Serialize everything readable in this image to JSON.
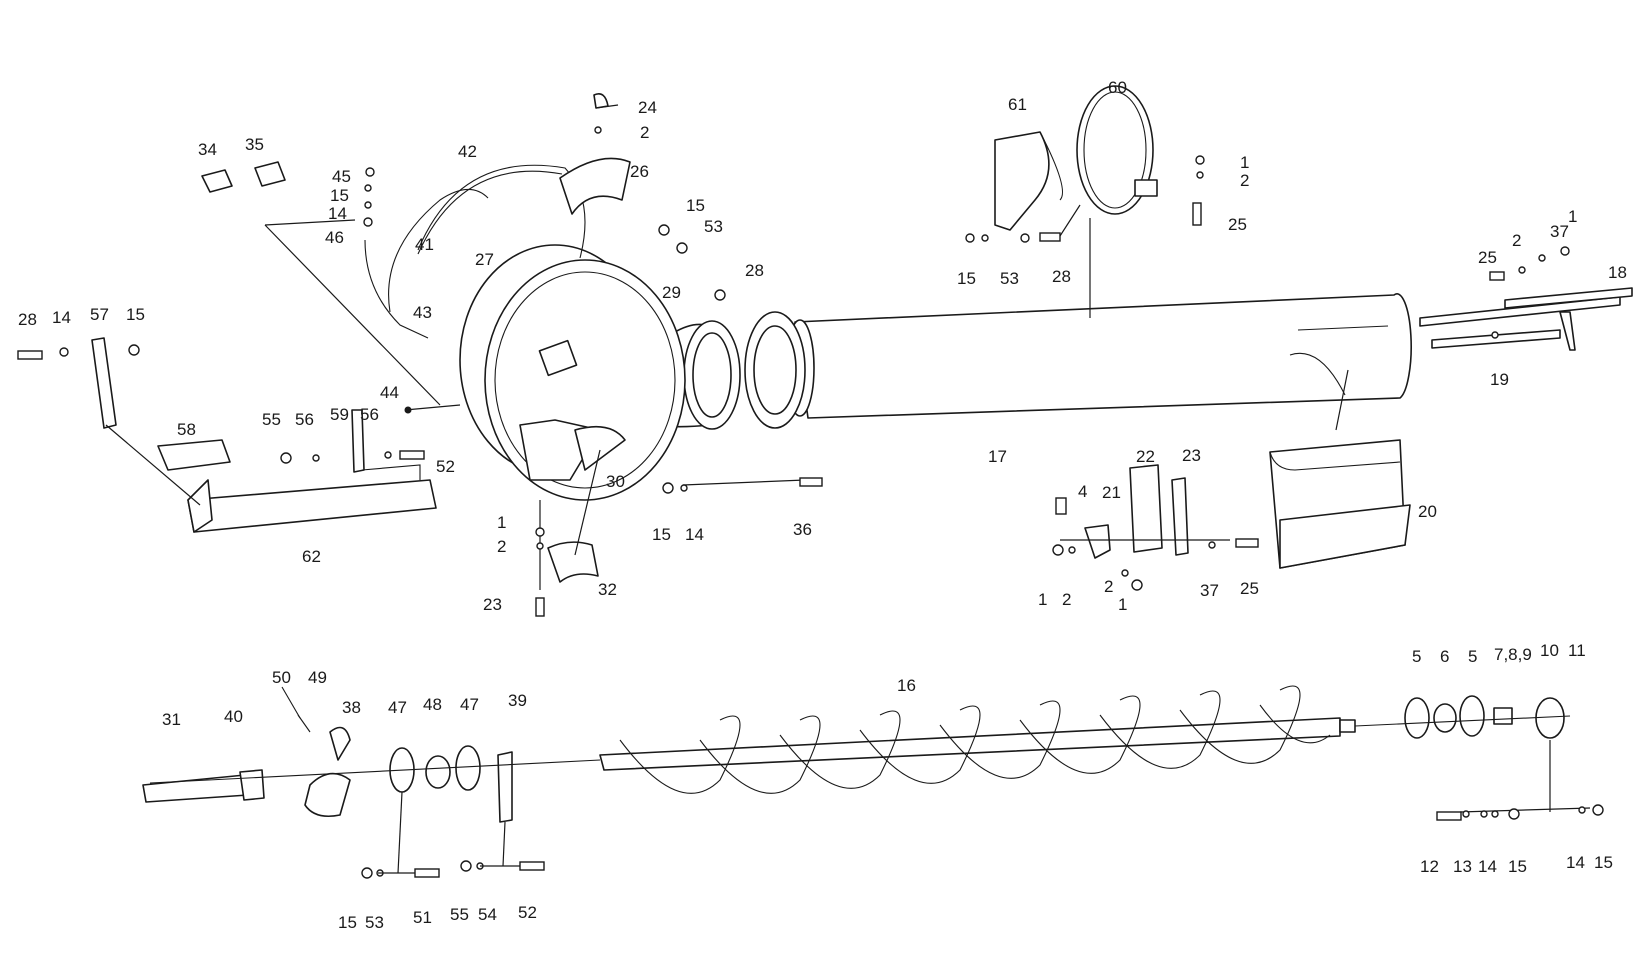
{
  "callouts": [
    {
      "id": "c34",
      "text": "34"
    },
    {
      "id": "c35",
      "text": "35"
    },
    {
      "id": "c45",
      "text": "45"
    },
    {
      "id": "c15a",
      "text": "15"
    },
    {
      "id": "c14a",
      "text": "14"
    },
    {
      "id": "c46",
      "text": "46"
    },
    {
      "id": "c42",
      "text": "42"
    },
    {
      "id": "c41",
      "text": "41"
    },
    {
      "id": "c43",
      "text": "43"
    },
    {
      "id": "c27",
      "text": "27"
    },
    {
      "id": "c24",
      "text": "24"
    },
    {
      "id": "c2a",
      "text": "2"
    },
    {
      "id": "c26",
      "text": "26"
    },
    {
      "id": "c29",
      "text": "29"
    },
    {
      "id": "c15b",
      "text": "15"
    },
    {
      "id": "c53a",
      "text": "53"
    },
    {
      "id": "c28a",
      "text": "28"
    },
    {
      "id": "c61",
      "text": "61"
    },
    {
      "id": "c60",
      "text": "60"
    },
    {
      "id": "c1a",
      "text": "1"
    },
    {
      "id": "c2b",
      "text": "2"
    },
    {
      "id": "c25a",
      "text": "25"
    },
    {
      "id": "c15c",
      "text": "15"
    },
    {
      "id": "c53b",
      "text": "53"
    },
    {
      "id": "c28b",
      "text": "28"
    },
    {
      "id": "c37a",
      "text": "37"
    },
    {
      "id": "c1b",
      "text": "1"
    },
    {
      "id": "c2c",
      "text": "2"
    },
    {
      "id": "c25b",
      "text": "25"
    },
    {
      "id": "c18",
      "text": "18"
    },
    {
      "id": "c19",
      "text": "19"
    },
    {
      "id": "c28c",
      "text": "28"
    },
    {
      "id": "c14b",
      "text": "14"
    },
    {
      "id": "c57",
      "text": "57"
    },
    {
      "id": "c15d",
      "text": "15"
    },
    {
      "id": "c44",
      "text": "44"
    },
    {
      "id": "c58",
      "text": "58"
    },
    {
      "id": "c55a",
      "text": "55"
    },
    {
      "id": "c56a",
      "text": "56"
    },
    {
      "id": "c59",
      "text": "59"
    },
    {
      "id": "c56b",
      "text": "56"
    },
    {
      "id": "c52a",
      "text": "52"
    },
    {
      "id": "c62",
      "text": "62"
    },
    {
      "id": "c30",
      "text": "30"
    },
    {
      "id": "c17",
      "text": "17"
    },
    {
      "id": "c1c",
      "text": "1"
    },
    {
      "id": "c2d",
      "text": "2"
    },
    {
      "id": "c32",
      "text": "32"
    },
    {
      "id": "c23a",
      "text": "23"
    },
    {
      "id": "c15e",
      "text": "15"
    },
    {
      "id": "c14c",
      "text": "14"
    },
    {
      "id": "c36",
      "text": "36"
    },
    {
      "id": "c22",
      "text": "22"
    },
    {
      "id": "c23b",
      "text": "23"
    },
    {
      "id": "c4",
      "text": "4"
    },
    {
      "id": "c21",
      "text": "21"
    },
    {
      "id": "c1d",
      "text": "1"
    },
    {
      "id": "c2e",
      "text": "2"
    },
    {
      "id": "c2f",
      "text": "2"
    },
    {
      "id": "c1e",
      "text": "1"
    },
    {
      "id": "c37b",
      "text": "37"
    },
    {
      "id": "c25c",
      "text": "25"
    },
    {
      "id": "c20",
      "text": "20"
    },
    {
      "id": "c50",
      "text": "50"
    },
    {
      "id": "c49",
      "text": "49"
    },
    {
      "id": "c31",
      "text": "31"
    },
    {
      "id": "c40",
      "text": "40"
    },
    {
      "id": "c38",
      "text": "38"
    },
    {
      "id": "c47a",
      "text": "47"
    },
    {
      "id": "c48",
      "text": "48"
    },
    {
      "id": "c47b",
      "text": "47"
    },
    {
      "id": "c39",
      "text": "39"
    },
    {
      "id": "c16",
      "text": "16"
    },
    {
      "id": "c5a",
      "text": "5"
    },
    {
      "id": "c6",
      "text": "6"
    },
    {
      "id": "c5b",
      "text": "5"
    },
    {
      "id": "c789",
      "text": "7,8,9"
    },
    {
      "id": "c10",
      "text": "10"
    },
    {
      "id": "c11",
      "text": "11"
    },
    {
      "id": "c12",
      "text": "12"
    },
    {
      "id": "c13",
      "text": "13"
    },
    {
      "id": "c14d",
      "text": "14"
    },
    {
      "id": "c15f",
      "text": "15"
    },
    {
      "id": "c14e",
      "text": "14"
    },
    {
      "id": "c15g",
      "text": "15"
    },
    {
      "id": "c15h",
      "text": "15"
    },
    {
      "id": "c53c",
      "text": "53"
    },
    {
      "id": "c51",
      "text": "51"
    },
    {
      "id": "c55b",
      "text": "55"
    },
    {
      "id": "c54",
      "text": "54"
    },
    {
      "id": "c52b",
      "text": "52"
    }
  ],
  "colors": {
    "ink": "#1a1a1a",
    "paper": "#ffffff"
  }
}
